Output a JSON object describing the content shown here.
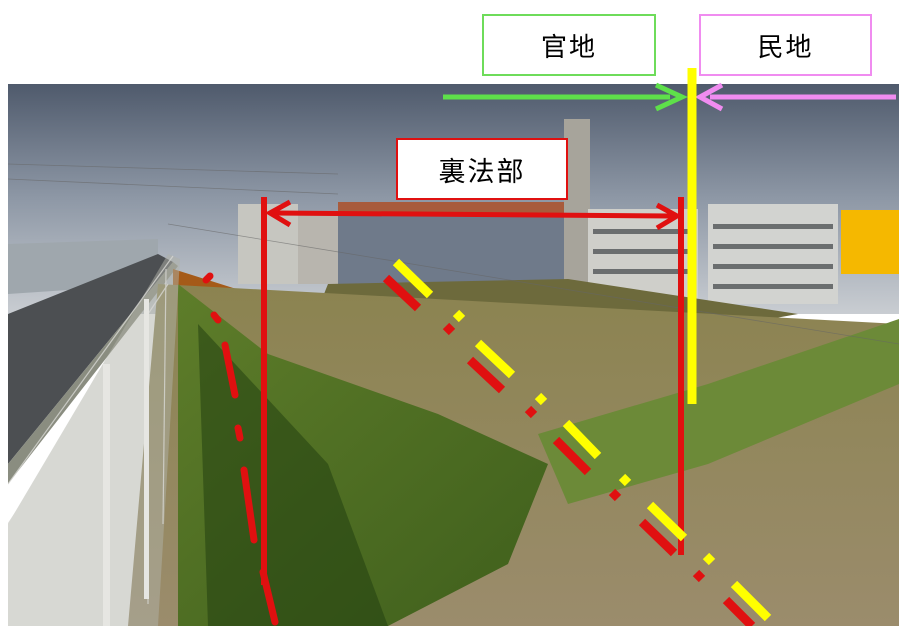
{
  "labels": {
    "kanchi": "官地",
    "minchi": "民地",
    "urahou": "裏法部"
  },
  "colors": {
    "kanchi_border": "#6edc5a",
    "minchi_border": "#f08cf0",
    "urahou_border": "#e01010",
    "boundary_line": "#ffff00",
    "marker": "#e01010",
    "orange_square": "#f5b800"
  },
  "icons": {
    "left_arrow": "arrow-right-icon",
    "right_arrow": "arrow-left-icon",
    "span_arrow": "double-arrow-icon"
  }
}
